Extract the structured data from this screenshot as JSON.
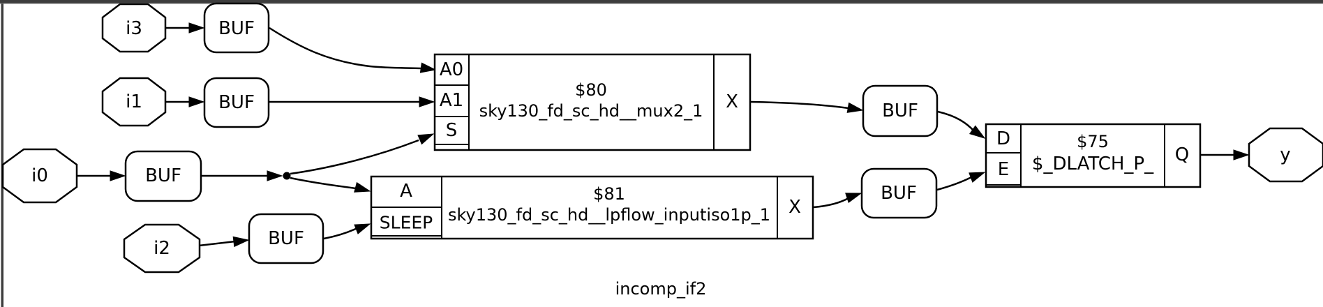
{
  "window": {
    "top_bar_color": "#3d3d3d",
    "top_bar_highlight": "#a8a8a8",
    "side_bar_color": "#3d3d3d",
    "canvas_color": "#ffffff",
    "ink_color": "#000000"
  },
  "graph": {
    "label": "incomp_if2",
    "buffer_label": "BUF",
    "ports": {
      "i0": "i0",
      "i1": "i1",
      "i2": "i2",
      "i3": "i3",
      "y": "y"
    },
    "cells": [
      {
        "instance": "$80",
        "type": "sky130_fd_sc_hd__mux2_1",
        "in_ports": [
          "A0",
          "A1",
          "S"
        ],
        "out_ports": [
          "X"
        ]
      },
      {
        "instance": "$81",
        "type": "sky130_fd_sc_hd__lpflow_inputiso1p_1",
        "in_ports": [
          "A",
          "SLEEP"
        ],
        "out_ports": [
          "X"
        ]
      },
      {
        "instance": "$75",
        "type": "$_DLATCH_P_",
        "in_ports": [
          "D",
          "E"
        ],
        "out_ports": [
          "Q"
        ]
      }
    ]
  }
}
